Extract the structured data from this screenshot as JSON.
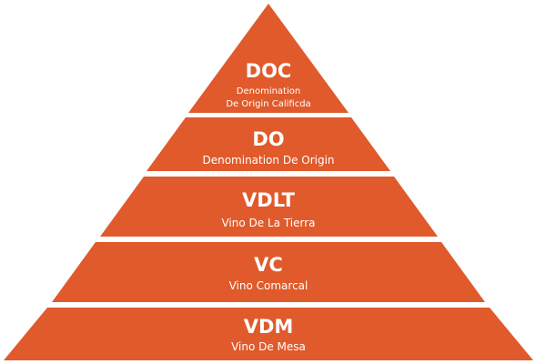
{
  "diagram": {
    "type": "pyramid",
    "fill_color": "#e05a2b",
    "text_color": "#ffffff",
    "tiers": [
      {
        "abbr": "DOC",
        "full_lines": [
          "Denomination",
          "De Origin Calificda"
        ]
      },
      {
        "abbr": "DO",
        "full_lines": [
          "Denomination De Origin"
        ]
      },
      {
        "abbr": "VDLT",
        "full_lines": [
          "Vino De La Tierra"
        ]
      },
      {
        "abbr": "VC",
        "full_lines": [
          "Vino Comarcal"
        ]
      },
      {
        "abbr": "VDM",
        "full_lines": [
          "Vino De Mesa"
        ]
      }
    ]
  }
}
